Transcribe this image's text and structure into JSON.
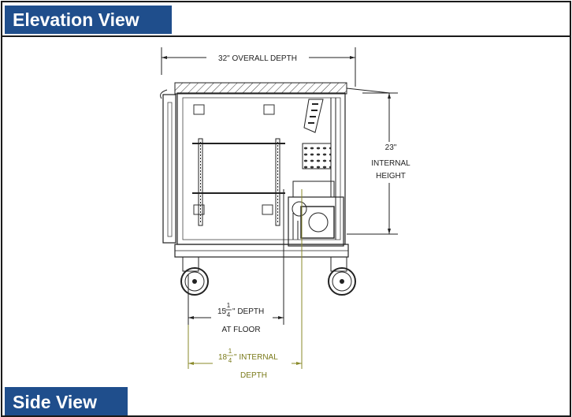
{
  "header": {
    "title": "Elevation View"
  },
  "footer": {
    "title": "Side View"
  },
  "dimensions": {
    "overall_depth": "32\" OVERALL DEPTH",
    "internal_height_value": "23\"",
    "internal_height_line1": "INTERNAL",
    "internal_height_line2": "HEIGHT",
    "floor_depth_whole": "15",
    "floor_depth_num": "1",
    "floor_depth_den": "4",
    "floor_depth_suffix": "\" DEPTH",
    "floor_depth_line2": "AT FLOOR",
    "internal_depth_whole": "18",
    "internal_depth_num": "1",
    "internal_depth_den": "4",
    "internal_depth_suffix": "\" INTERNAL",
    "internal_depth_line2": "DEPTH"
  },
  "colors": {
    "tab_blue": "#1f4e8c",
    "line_dark": "#1a1a1a",
    "dimension_olive": "#7a7a1a"
  }
}
